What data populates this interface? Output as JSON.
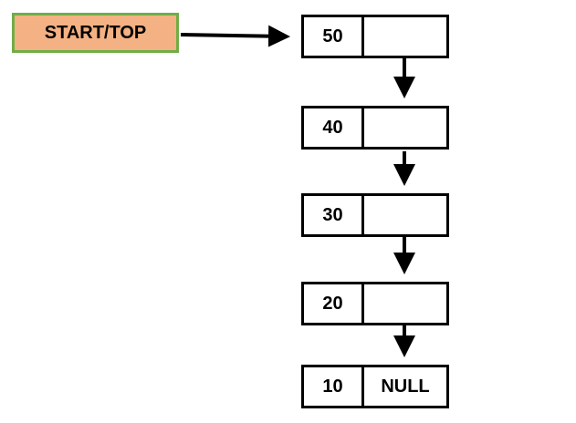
{
  "start_label": "START/TOP",
  "nodes": [
    {
      "data": "50",
      "next": ""
    },
    {
      "data": "40",
      "next": ""
    },
    {
      "data": "30",
      "next": ""
    },
    {
      "data": "20",
      "next": ""
    },
    {
      "data": "10",
      "next": "NULL"
    }
  ],
  "colors": {
    "start_fill": "#f4b183",
    "start_border": "#70ad47",
    "outline": "#000000"
  }
}
